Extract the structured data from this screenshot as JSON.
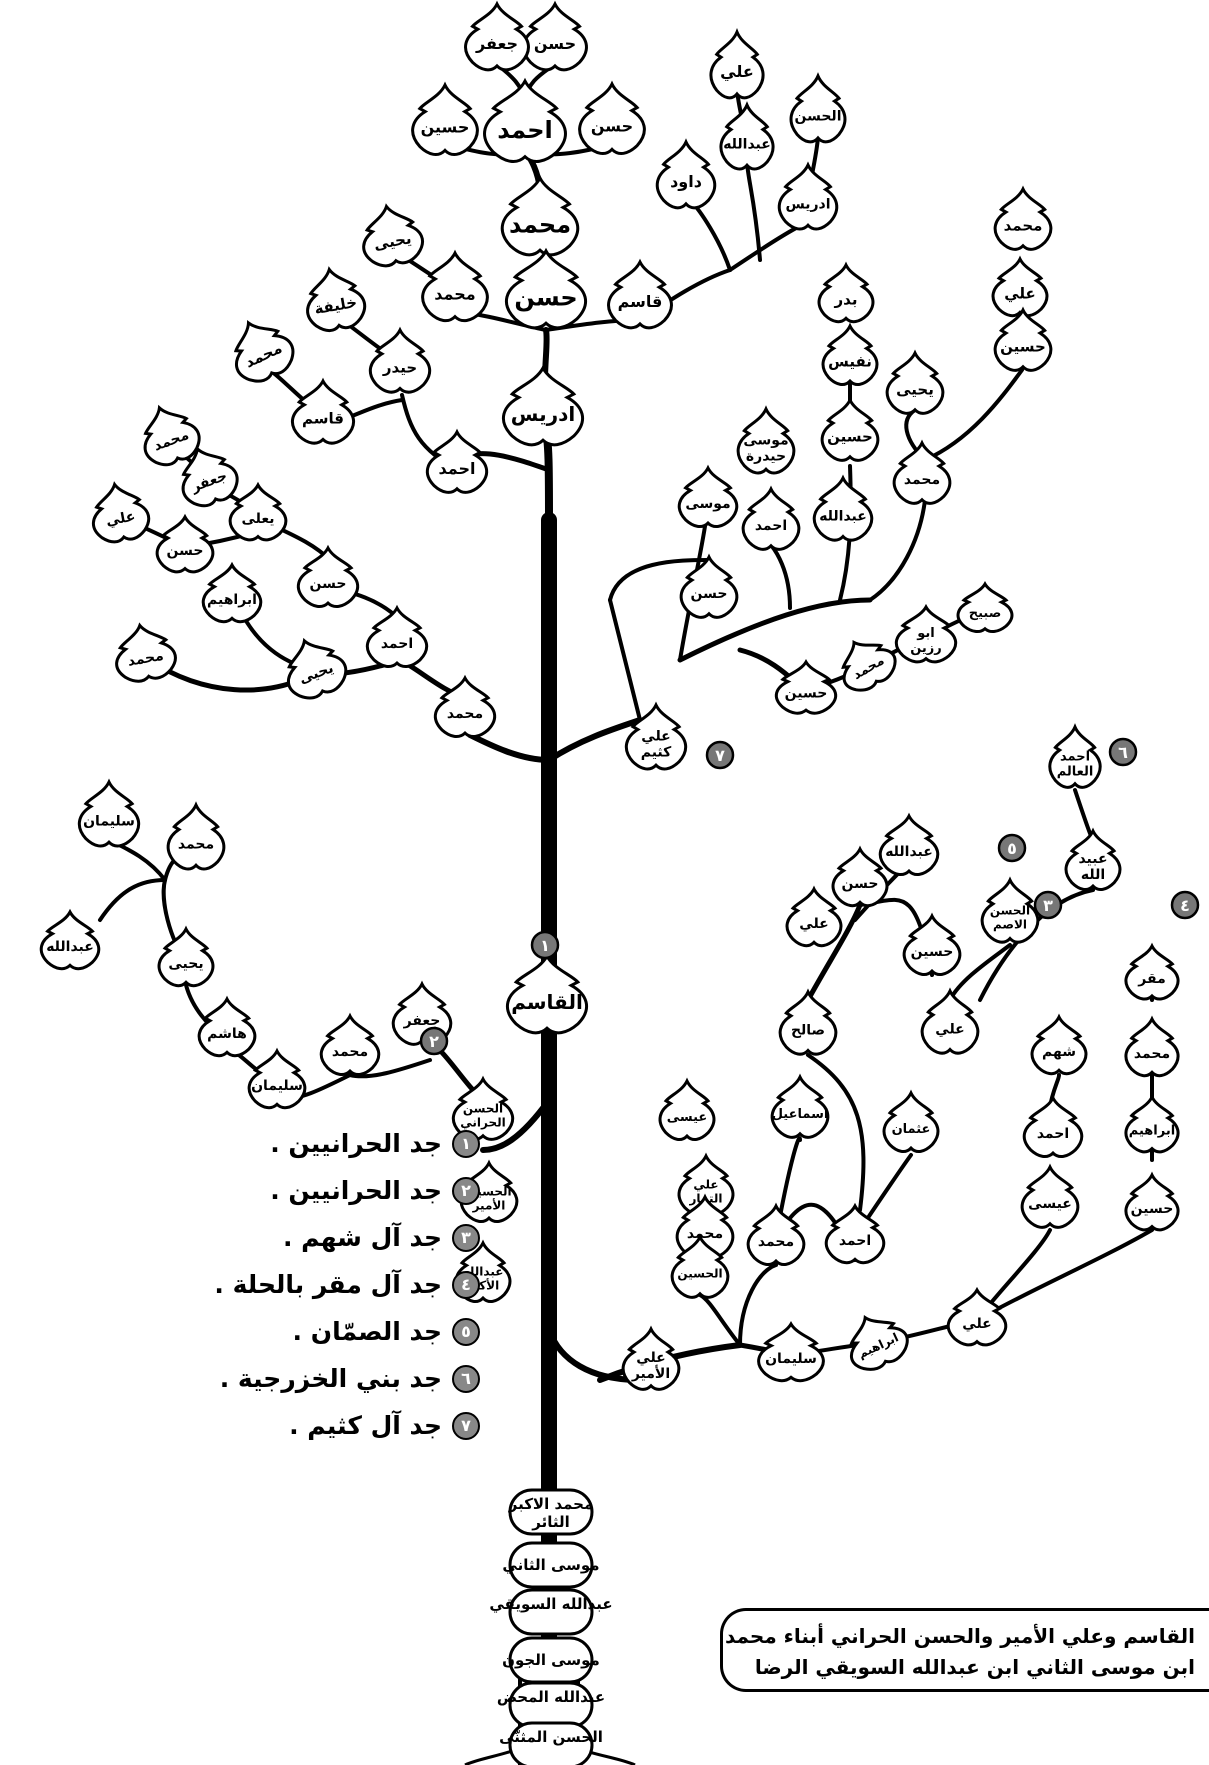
{
  "trunk_root": "إدريس",
  "leaves": [
    {
      "id": "L1",
      "text": "حسن"
    },
    {
      "id": "L2",
      "text": "جعفر"
    },
    {
      "id": "L3",
      "text": "حسين"
    },
    {
      "id": "L4",
      "text": "احمد"
    },
    {
      "id": "L5",
      "text": "حسن"
    },
    {
      "id": "L6",
      "text": "محمد"
    },
    {
      "id": "L7",
      "text": "حسن"
    },
    {
      "id": "L8",
      "text": "محمد"
    },
    {
      "id": "L9",
      "text": "يحيى"
    },
    {
      "id": "L10",
      "text": "قاسم"
    },
    {
      "id": "L11",
      "text": "داود"
    },
    {
      "id": "L12",
      "text": "علي"
    },
    {
      "id": "L13",
      "text": "عبدالله"
    },
    {
      "id": "L14",
      "text": "الحسن"
    },
    {
      "id": "L15",
      "text": "ادريس"
    },
    {
      "id": "L16",
      "text": "خليفة"
    },
    {
      "id": "L17",
      "text": "حيدر"
    },
    {
      "id": "L18",
      "text": "محمد"
    },
    {
      "id": "L19",
      "text": "قاسم"
    },
    {
      "id": "L20",
      "text": "ادريس"
    },
    {
      "id": "L21",
      "text": "احمد"
    },
    {
      "id": "L22",
      "text": "محمد"
    },
    {
      "id": "L23",
      "text": "جعفر"
    },
    {
      "id": "L24",
      "text": "علي"
    },
    {
      "id": "L25",
      "text": "يعلى"
    },
    {
      "id": "L26",
      "text": "حسن"
    },
    {
      "id": "L27",
      "text": "حسن"
    },
    {
      "id": "L28",
      "text": "ابراهيم"
    },
    {
      "id": "L29",
      "text": "احمد"
    },
    {
      "id": "L30",
      "text": "محمد"
    },
    {
      "id": "L31",
      "text": "يحيى"
    },
    {
      "id": "L32",
      "text": "محمد"
    },
    {
      "id": "L33",
      "text": "محمد"
    },
    {
      "id": "L34",
      "text": "علي"
    },
    {
      "id": "L35",
      "text": "حسين"
    },
    {
      "id": "L36",
      "text": "بدر"
    },
    {
      "id": "L37",
      "text": "نفيس"
    },
    {
      "id": "L38",
      "text": "حسين"
    },
    {
      "id": "L39",
      "text": "يحيى"
    },
    {
      "id": "L40",
      "text": "موسى حيدرة"
    },
    {
      "id": "L41",
      "text": "موسى"
    },
    {
      "id": "L42",
      "text": "احمد"
    },
    {
      "id": "L43",
      "text": "عبدالله"
    },
    {
      "id": "L44",
      "text": "محمد"
    },
    {
      "id": "L45",
      "text": "حسن"
    },
    {
      "id": "L46",
      "text": "صبيح"
    },
    {
      "id": "L47",
      "text": "ابو رزين"
    },
    {
      "id": "L48",
      "text": "محمد"
    },
    {
      "id": "L49",
      "text": "حسين"
    },
    {
      "id": "L50",
      "text": "علي كثيم"
    },
    {
      "id": "L51",
      "text": "سليمان"
    },
    {
      "id": "L52",
      "text": "محمد"
    },
    {
      "id": "L53",
      "text": "عبدالله"
    },
    {
      "id": "L54",
      "text": "يحيى"
    },
    {
      "id": "L55",
      "text": "هاشم"
    },
    {
      "id": "L56",
      "text": "سليمان"
    },
    {
      "id": "L57",
      "text": "محمد"
    },
    {
      "id": "L58",
      "text": "جعفر"
    },
    {
      "id": "L59",
      "text": "الحسن الحراني"
    },
    {
      "id": "L60",
      "text": "القاسم"
    },
    {
      "id": "L61",
      "text": "الحسين الأمير"
    },
    {
      "id": "L62",
      "text": "عبدالله الأكبر"
    },
    {
      "id": "L63",
      "text": "علي الأمير"
    },
    {
      "id": "L64",
      "text": "احمد العالم"
    },
    {
      "id": "L65",
      "text": "عبيد الله"
    },
    {
      "id": "L66",
      "text": "عبدالله"
    },
    {
      "id": "L67",
      "text": "حسن"
    },
    {
      "id": "L68",
      "text": "علي"
    },
    {
      "id": "L69",
      "text": "حسين"
    },
    {
      "id": "L70",
      "text": "الحسن الاصم"
    },
    {
      "id": "L71",
      "text": "مقر"
    },
    {
      "id": "L72",
      "text": "صالح"
    },
    {
      "id": "L73",
      "text": "علي"
    },
    {
      "id": "L74",
      "text": "شهم"
    },
    {
      "id": "L75",
      "text": "محمد"
    },
    {
      "id": "L76",
      "text": "عيسى"
    },
    {
      "id": "L77",
      "text": "اسماعيل"
    },
    {
      "id": "L78",
      "text": "عثمان"
    },
    {
      "id": "L79",
      "text": "ابراهيم"
    },
    {
      "id": "L80",
      "text": "احمد"
    },
    {
      "id": "L81",
      "text": "علي التمار"
    },
    {
      "id": "L82",
      "text": "محمد"
    },
    {
      "id": "L83",
      "text": "محمد"
    },
    {
      "id": "L84",
      "text": "حسين"
    },
    {
      "id": "L85",
      "text": "احمد"
    },
    {
      "id": "L86",
      "text": "عيسى"
    },
    {
      "id": "L87",
      "text": "الحسين"
    },
    {
      "id": "L88",
      "text": "ابراهيم"
    },
    {
      "id": "L89",
      "text": "علي"
    },
    {
      "id": "L90",
      "text": "سليمان"
    }
  ],
  "badges": [
    "١",
    "٢",
    "٣",
    "٤",
    "٥",
    "٦",
    "٧"
  ],
  "lineage": [
    "محمد الاكبر الثائر",
    "موسى الثاني",
    "عبدالله السويقي",
    "موسى الجون",
    "عبدالله المحض",
    "الحسن المثنّى"
  ],
  "legend": [
    {
      "num": "١",
      "text": "جد الحرانيين ."
    },
    {
      "num": "٢",
      "text": "جد الحرانيين ."
    },
    {
      "num": "٣",
      "text": "جد آل شهم ."
    },
    {
      "num": "٤",
      "text": "جد آل مقر بالحلة ."
    },
    {
      "num": "٥",
      "text": "جد الصمّان ."
    },
    {
      "num": "٦",
      "text": "جد بني الخزرجية ."
    },
    {
      "num": "٧",
      "text": "جد آل كثيم ."
    }
  ],
  "note": {
    "line1": "القاسم وعلي الأمير والحسن الحراني أبناء محمد الأكبر",
    "line2": "ابن موسى الثاني ابن عبدالله السويقي الرضا"
  }
}
